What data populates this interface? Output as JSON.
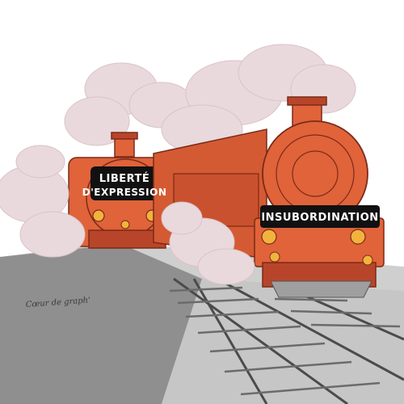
{
  "illustration": {
    "left_plate_line1": "LIBERTÉ",
    "left_plate_line2": "D'EXPRESSION",
    "right_plate": "INSUBORDINATION",
    "signature": "Cœur de graph'"
  },
  "colors": {
    "locomotive": "#e0633a",
    "locomotive_dark": "#b8452a",
    "smoke": "#e9d9dc",
    "platform": "#8e8e8e",
    "ground": "#c9c9c9",
    "lamp": "#f2b33d",
    "plate": "#111111"
  }
}
